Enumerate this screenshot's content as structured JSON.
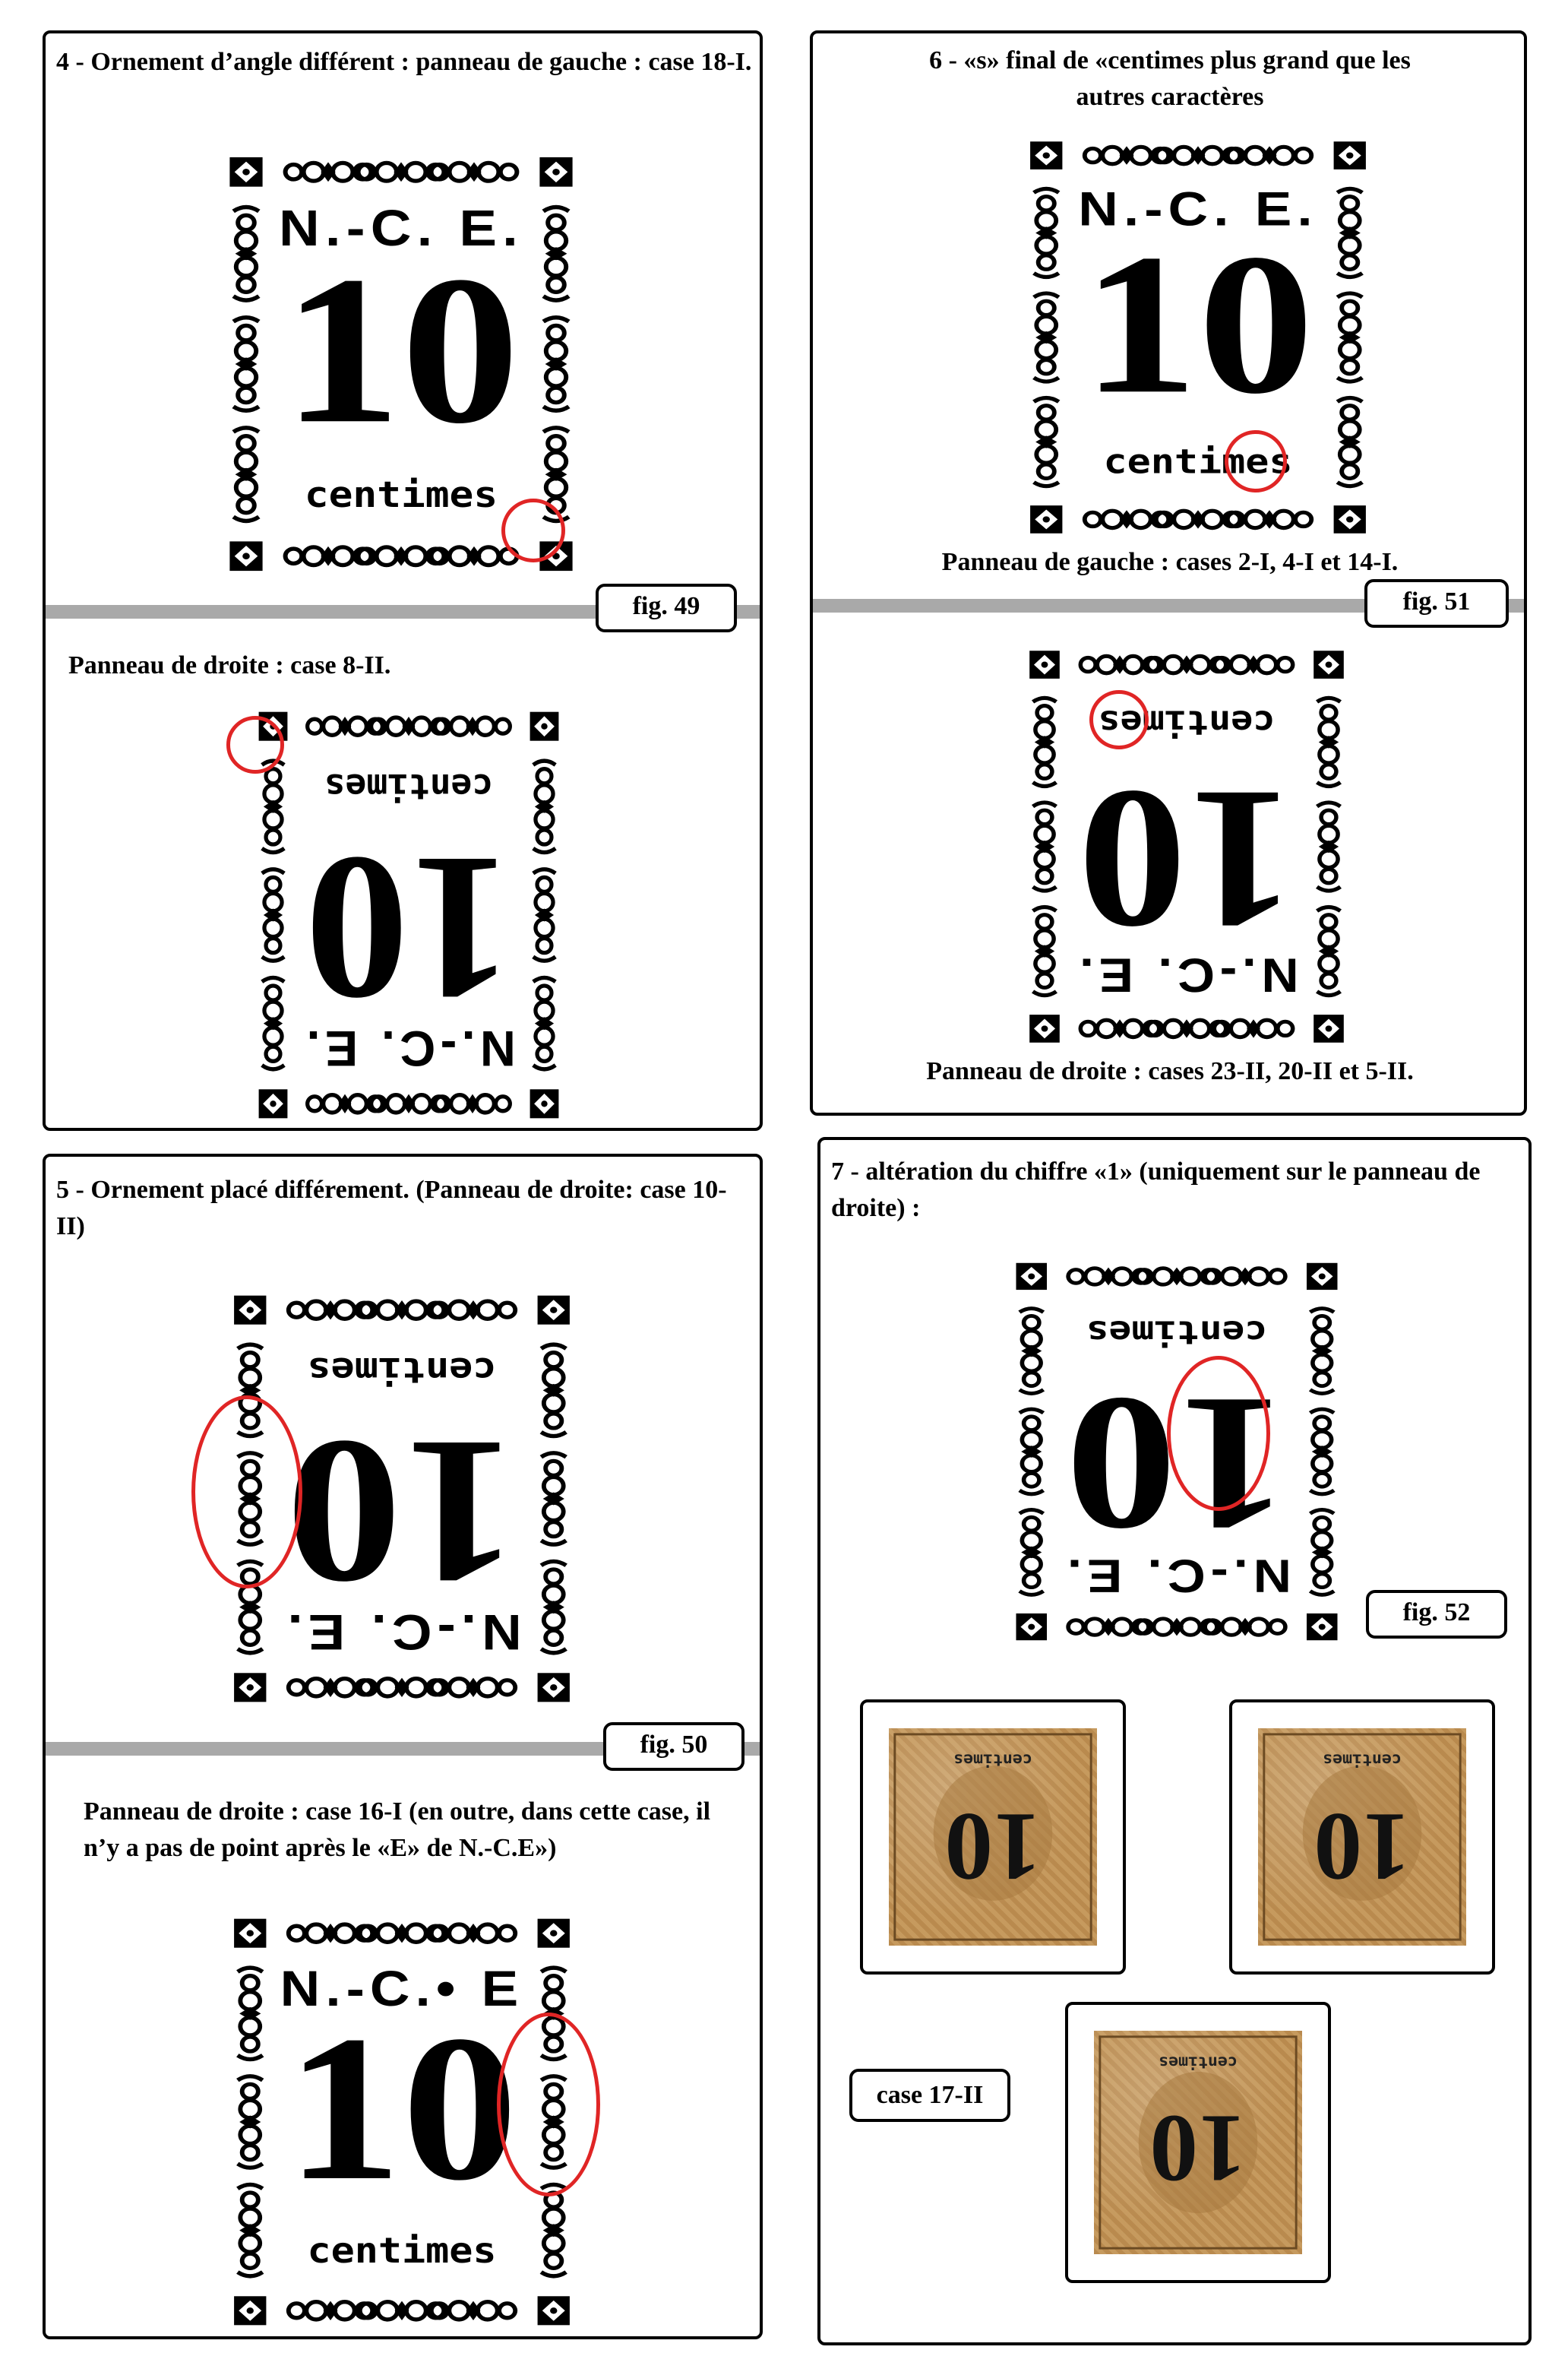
{
  "panel4": {
    "heading": "4 - Ornement d’angle différent : panneau de gauche : case 18-I.",
    "fig_label": "fig. 49",
    "second_caption": "Panneau de droite : case 8-II."
  },
  "panel5": {
    "heading": "5 - Ornement placé différement. (Panneau de droite: case 10-II)",
    "fig_label": "fig. 50",
    "second_caption": "Panneau de droite : case 16-I (en outre, dans cette case, il n’y a pas de point après le «E» de N.-C.E»)"
  },
  "panel6": {
    "heading": "6 - «s» final de «centimes plus grand que les autres caractères",
    "caption_left": "Panneau de gauche : cases 2-I, 4-I et 14-I.",
    "fig_label": "fig. 51",
    "caption_right": "Panneau de droite : cases 23-II, 20-II et 5-II."
  },
  "panel7": {
    "heading": "7 - altération du chiffre «1» (uniquement sur le panneau de droite) :",
    "fig_label": "fig. 52",
    "case_label": "case 17-II"
  },
  "stamp": {
    "top_text": "N.-C. E.",
    "top_text_no_dot": "N.-C.• E",
    "value": "10",
    "unit": "centimes"
  },
  "colors": {
    "highlight_circle": "#e02525",
    "separator": "#a9a9a9",
    "stamp_photo": "#c69a5e"
  }
}
